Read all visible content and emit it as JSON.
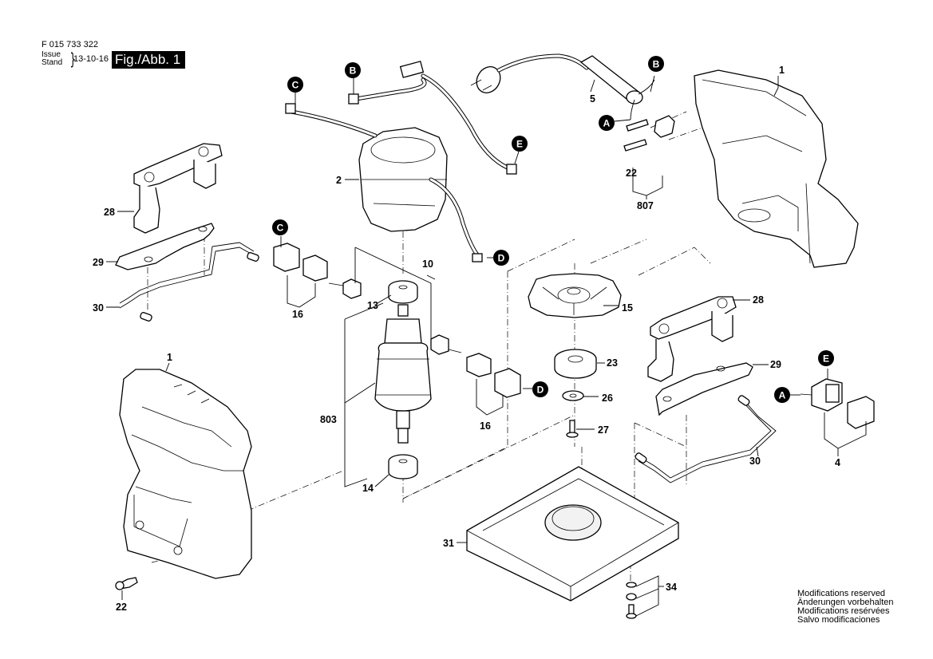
{
  "header": {
    "part_number": "F 015 733 322",
    "issue_label_en": "Issue",
    "issue_label_de": "Stand",
    "issue_date": "13-10-16",
    "figure_label": "Fig./Abb. 1"
  },
  "footer": {
    "modifications": [
      "Modifications reserved",
      "Änderungen vorbehalten",
      "Modifications resérvées",
      "Salvo modificaciones"
    ]
  },
  "connector_badges": {
    "A": "A",
    "B": "B",
    "C": "C",
    "D": "D",
    "E": "E"
  },
  "part_labels": {
    "housing_right": "1",
    "housing_left": "1",
    "field_coil": "2",
    "switch": "4",
    "power_cord": "5",
    "carbon_brush_set": "10",
    "bearing_top": "13",
    "bearing_bottom": "14",
    "fan": "15",
    "brush_holder_left": "16",
    "brush_holder_right": "16",
    "screw_cord_clamp": "22",
    "screw_housing": "22",
    "counterweight": "23",
    "washer": "26",
    "screw_fan": "27",
    "clamp_bracket_left": "28",
    "clamp_bracket_right": "28",
    "clamp_plate_left": "29",
    "clamp_plate_right": "29",
    "clamp_lever_left": "30",
    "clamp_lever_right": "30",
    "base_plate": "31",
    "fastener_set": "34",
    "armature": "803",
    "cord_clamp": "807"
  }
}
